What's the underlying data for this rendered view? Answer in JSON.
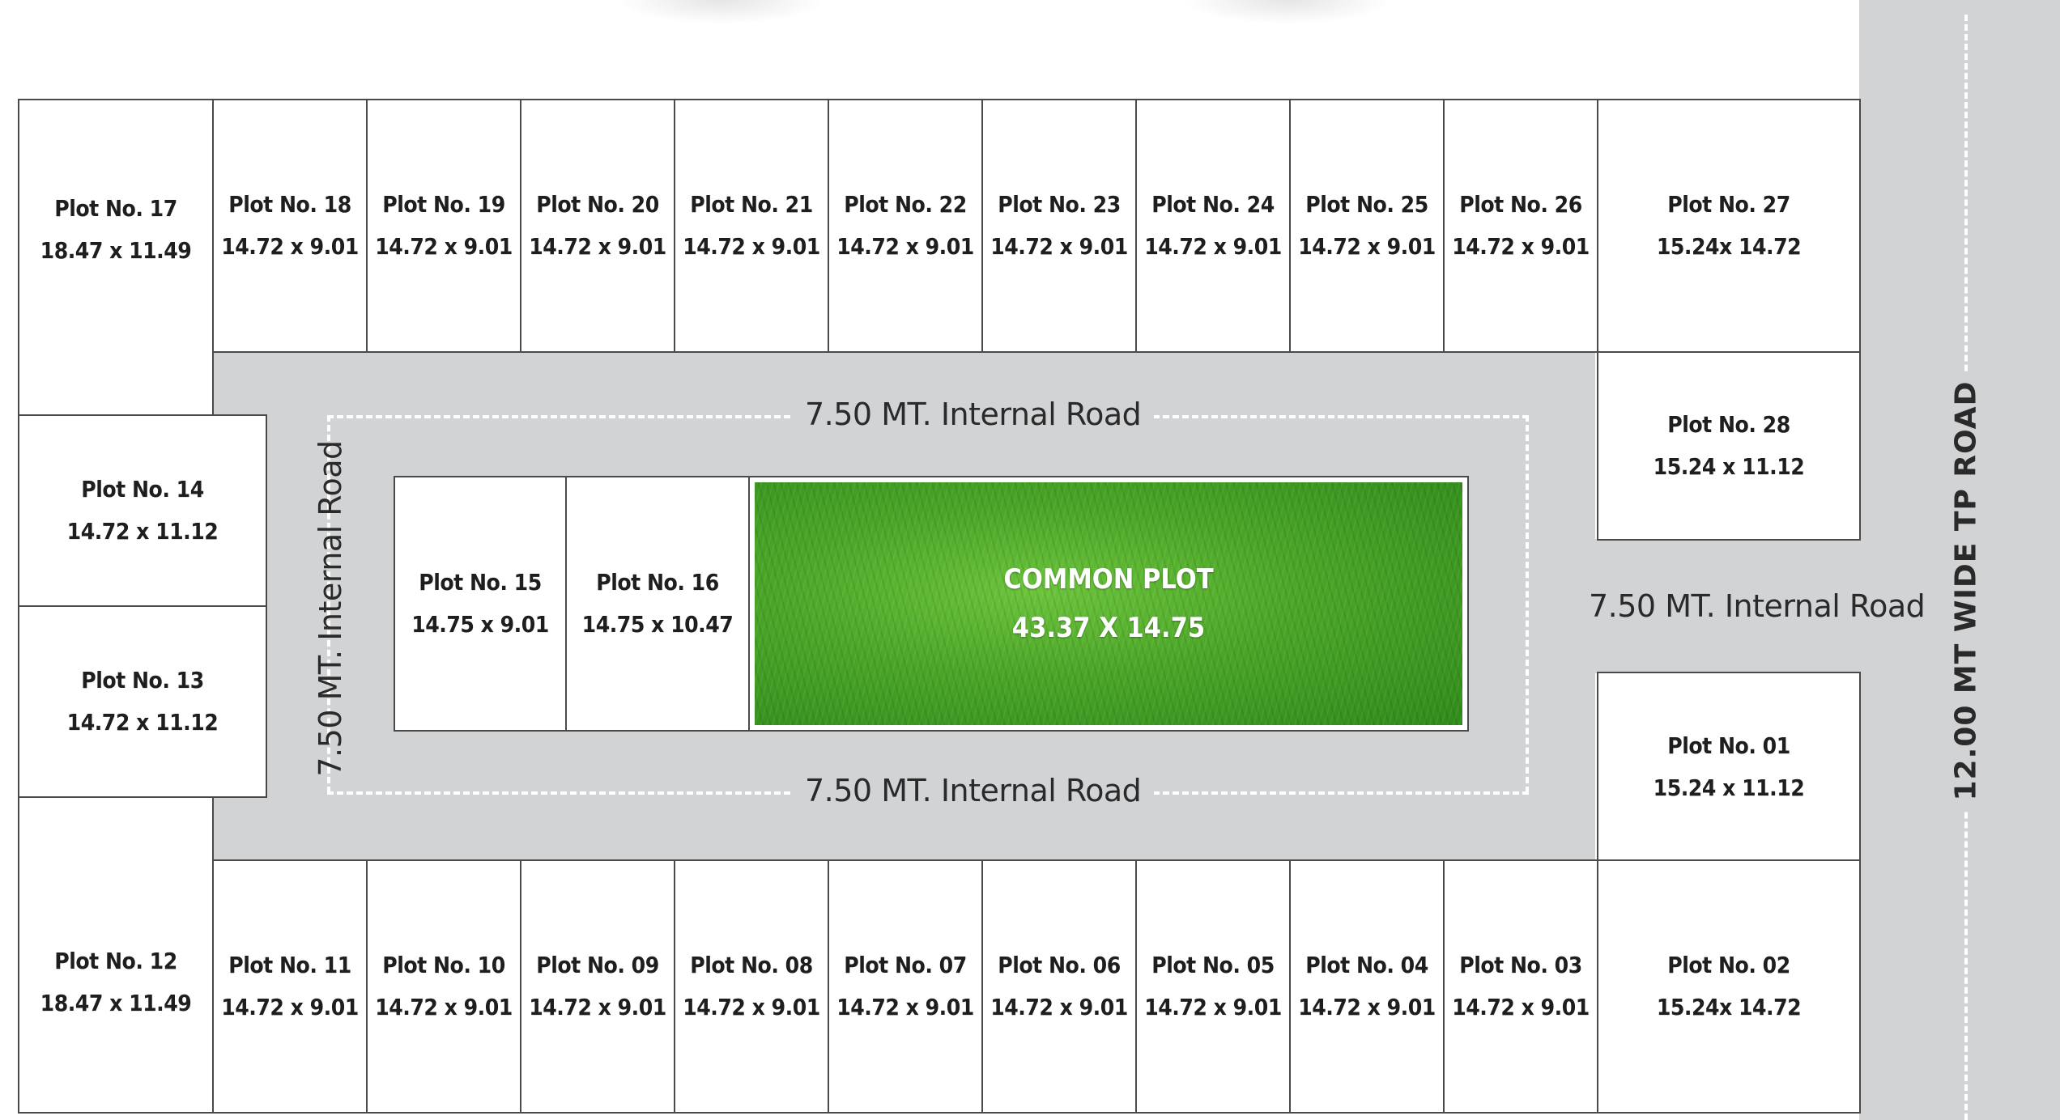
{
  "colors": {
    "road": "#d1d3d5",
    "plot_border": "#4a4a4a",
    "text": "#1e1e1e",
    "grass": "#4aa527"
  },
  "tp_road": {
    "label": "12.00 MT WIDE TP ROAD"
  },
  "internal_roads": {
    "top": "7.50 MT. Internal Road",
    "bottom": "7.50 MT. Internal Road",
    "left": "7.50 MT. Internal Road",
    "right": "7.50 MT. Internal Road"
  },
  "common_plot": {
    "title": "COMMON PLOT",
    "dims": "43.37 X 14.75"
  },
  "plots": {
    "p01": {
      "name": "Plot No. 01",
      "dims": "15.24 x 11.12"
    },
    "p02": {
      "name": "Plot No. 02",
      "dims": "15.24x 14.72"
    },
    "p03": {
      "name": "Plot No. 03",
      "dims": "14.72 x 9.01"
    },
    "p04": {
      "name": "Plot No. 04",
      "dims": "14.72 x 9.01"
    },
    "p05": {
      "name": "Plot No. 05",
      "dims": "14.72 x 9.01"
    },
    "p06": {
      "name": "Plot No. 06",
      "dims": "14.72 x 9.01"
    },
    "p07": {
      "name": "Plot No. 07",
      "dims": "14.72 x 9.01"
    },
    "p08": {
      "name": "Plot No. 08",
      "dims": "14.72 x 9.01"
    },
    "p09": {
      "name": "Plot No. 09",
      "dims": "14.72 x 9.01"
    },
    "p10": {
      "name": "Plot No. 10",
      "dims": "14.72 x 9.01"
    },
    "p11": {
      "name": "Plot No. 11",
      "dims": "14.72 x 9.01"
    },
    "p12": {
      "name": "Plot No. 12",
      "dims": "18.47 x 11.49"
    },
    "p13": {
      "name": "Plot No. 13",
      "dims": "14.72 x 11.12"
    },
    "p14": {
      "name": "Plot No. 14",
      "dims": "14.72 x 11.12"
    },
    "p15": {
      "name": "Plot No. 15",
      "dims": "14.75 x 9.01"
    },
    "p16": {
      "name": "Plot No. 16",
      "dims": "14.75 x 10.47"
    },
    "p17": {
      "name": "Plot No. 17",
      "dims": "18.47 x 11.49"
    },
    "p18": {
      "name": "Plot No. 18",
      "dims": "14.72 x 9.01"
    },
    "p19": {
      "name": "Plot No. 19",
      "dims": "14.72 x 9.01"
    },
    "p20": {
      "name": "Plot No. 20",
      "dims": "14.72 x 9.01"
    },
    "p21": {
      "name": "Plot No. 21",
      "dims": "14.72 x 9.01"
    },
    "p22": {
      "name": "Plot No. 22",
      "dims": "14.72 x 9.01"
    },
    "p23": {
      "name": "Plot No. 23",
      "dims": "14.72 x 9.01"
    },
    "p24": {
      "name": "Plot No. 24",
      "dims": "14.72 x 9.01"
    },
    "p25": {
      "name": "Plot No. 25",
      "dims": "14.72 x 9.01"
    },
    "p26": {
      "name": "Plot No. 26",
      "dims": "14.72 x 9.01"
    },
    "p27": {
      "name": "Plot No. 27",
      "dims": "15.24x 14.72"
    },
    "p28": {
      "name": "Plot No. 28",
      "dims": "15.24 x 11.12"
    }
  }
}
